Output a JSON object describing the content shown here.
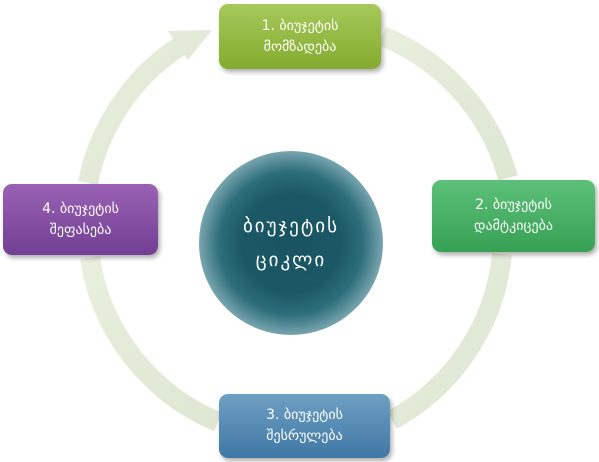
{
  "center": {
    "line1": "ბიუჯეტის",
    "line2": "ციკლი"
  },
  "stages": [
    {
      "line1": "1. ბიუჯეტის",
      "line2": "მომზადება",
      "color": "#95ba45"
    },
    {
      "line1": "2. ბიუჯეტის",
      "line2": "დამტკიცება",
      "color": "#46b063"
    },
    {
      "line1": "3. ბიუჯეტის",
      "line2": "შესრულება",
      "color": "#5289b4"
    },
    {
      "line1": "4. ბიუჯეტის",
      "line2": "შეფასება",
      "color": "#834aa3"
    }
  ],
  "colors": {
    "cycle_ring": "#e3ebd8",
    "center": "#1b5866",
    "background": "#ffffff"
  }
}
